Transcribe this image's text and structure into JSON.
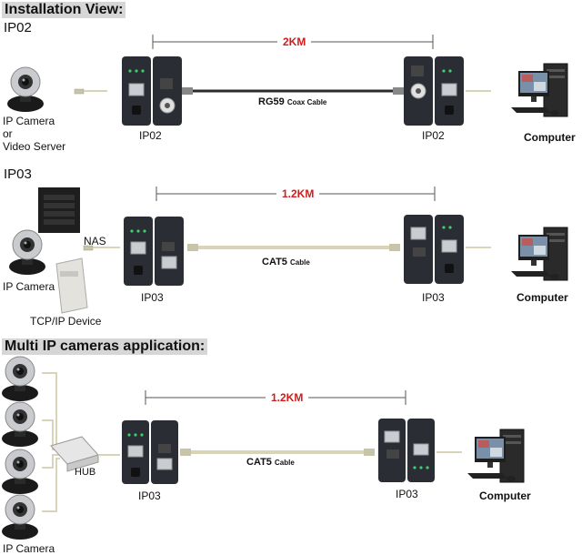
{
  "sections": {
    "installation_title": "Installation View:",
    "multi_title": "Multi IP cameras application:"
  },
  "ip02": {
    "title": "IP02",
    "distance": "2KM",
    "cable_name": "RG59",
    "cable_suffix": "Coax Cable",
    "left_device": "IP02",
    "right_device": "IP02",
    "source_lines": [
      "IP Camera",
      "or",
      "Video Server"
    ],
    "computer": "Computer"
  },
  "ip03": {
    "title": "IP03",
    "distance": "1.2KM",
    "cable_name": "CAT5",
    "cable_suffix": "Cable",
    "left_device": "IP03",
    "right_device": "IP03",
    "nas": "NAS",
    "ip_camera": "IP Camera",
    "tcp_device": "TCP/IP Device",
    "computer": "Computer"
  },
  "multi": {
    "distance": "1.2KM",
    "cable_name": "CAT5",
    "cable_suffix": "Cable",
    "hub": "HUB",
    "left_device": "IP03",
    "right_device": "IP03",
    "ip_camera": "IP Camera",
    "computer": "Computer"
  },
  "colors": {
    "distance_text": "#d11c1c",
    "coax_cable": "#2b2b2b",
    "cat5_cable": "#d8d4b8",
    "device_body": "#2a2d33",
    "led": "#3ecf6a"
  }
}
